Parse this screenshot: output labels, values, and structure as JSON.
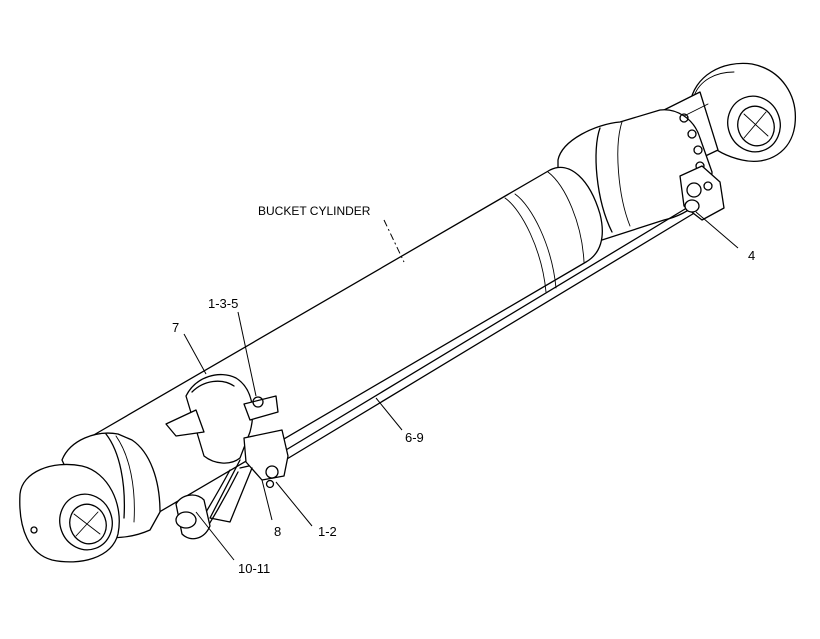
{
  "diagram": {
    "callouts": {
      "bucket_cylinder": "BUCKET CYLINDER",
      "c4": "4",
      "c135": "1-3-5",
      "c7": "7",
      "c69": "6-9",
      "c8": "8",
      "c12": "1-2",
      "c1011": "10-11"
    }
  }
}
